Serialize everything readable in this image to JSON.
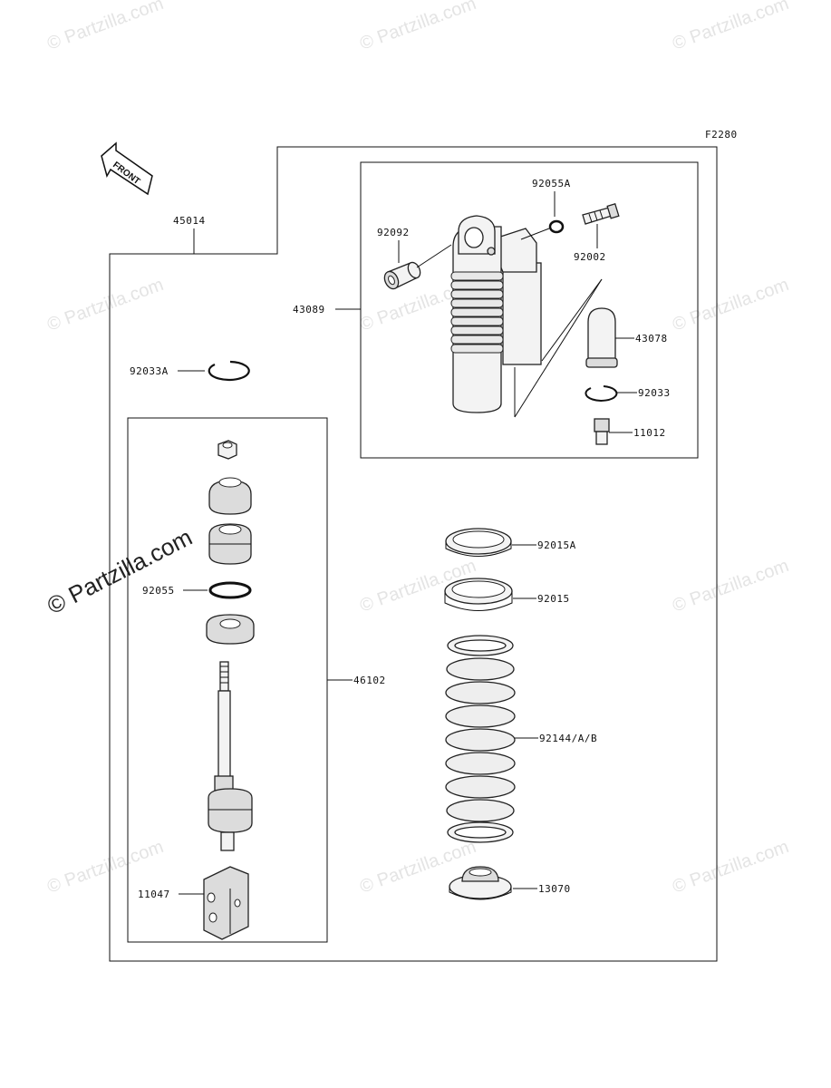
{
  "diagram_code": "F2280",
  "front_label": "FRONT",
  "watermark": "© Partzilla.com",
  "labels": {
    "p45014": "45014",
    "p92092": "92092",
    "p92055A": "92055A",
    "p92002": "92002",
    "p43089": "43089",
    "p43078": "43078",
    "p92033A": "92033A",
    "p92033": "92033",
    "p11012": "11012",
    "p92015A": "92015A",
    "p92055": "92055",
    "p92015": "92015",
    "p46102": "46102",
    "p92144": "92144/A/B",
    "p11047": "11047",
    "p13070": "13070"
  }
}
